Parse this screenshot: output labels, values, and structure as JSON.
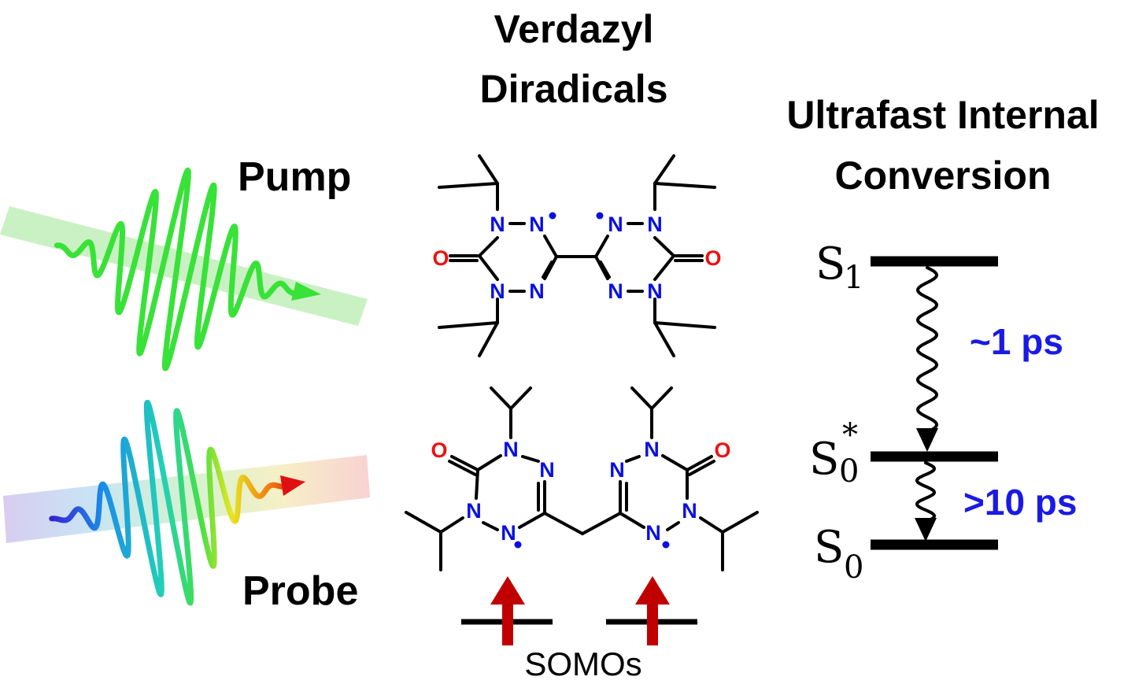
{
  "colors": {
    "nitrogen": "#0a10e0",
    "oxygen": "#ee1111",
    "rate": "#1a1ae6",
    "somo_arrow": "#c00000",
    "pump_wave": "#33e033",
    "pump_beam": "#bff0b6"
  },
  "pulses": {
    "pump_label": "Pump",
    "probe_label": "Probe"
  },
  "molecules": {
    "title_line1": "Verdazyl",
    "title_line2": "Diradicals",
    "atoms": {
      "nitrogen": "N",
      "oxygen": "O"
    },
    "somos_label": "SOMOs"
  },
  "energy_diagram": {
    "title_line1": "Ultrafast Internal",
    "title_line2": "Conversion",
    "levels": [
      {
        "symbol": "S",
        "subscript": "1",
        "superscript": ""
      },
      {
        "symbol": "S",
        "subscript": "0",
        "superscript": "*"
      },
      {
        "symbol": "S",
        "subscript": "0",
        "superscript": ""
      }
    ],
    "rates": [
      "~1 ps",
      ">10 ps"
    ]
  }
}
